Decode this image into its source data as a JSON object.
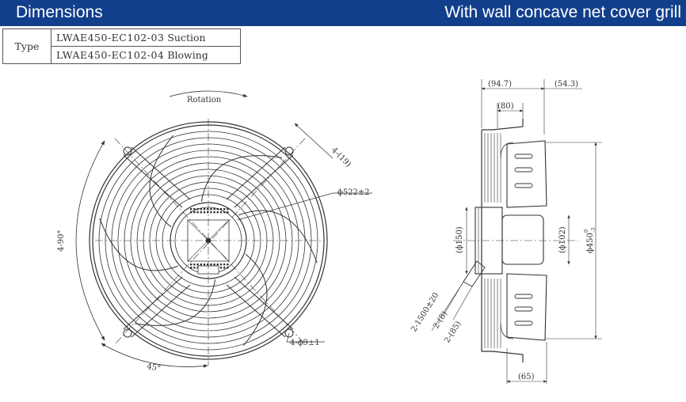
{
  "header": {
    "title": "Dimensions",
    "subtitle": "With wall concave net cover grill"
  },
  "type_table": {
    "label": "Type",
    "rows": [
      {
        "model": "LWAE450-EC102-03",
        "mode": "Suction"
      },
      {
        "model": "LWAE450-EC102-04",
        "mode": "Blowing"
      }
    ]
  },
  "front_view": {
    "rotation_label": "Rotation",
    "angle_4x90": "4-90°",
    "angle_45": "45°",
    "diameter_label": "ϕ522±2",
    "slot_label": "4-(19)",
    "hole_label": "4-ϕ9±1"
  },
  "side_view": {
    "dim_94_7": "(94.7)",
    "dim_54_3": "(54.3)",
    "dim_80": "(80)",
    "dim_150": "(ϕ150)",
    "dim_102": "(ϕ102)",
    "dim_450": "ϕ450",
    "dim_450_tol_upper": "0",
    "dim_450_tol_lower": "-3",
    "dim_65": "(65)",
    "cable_1500": "2-1500±20",
    "cable_8": "2-(8)",
    "cable_85": "2-(85)"
  },
  "colors": {
    "header_bg": "#123f8c",
    "header_text": "#ffffff",
    "line": "#333333"
  }
}
